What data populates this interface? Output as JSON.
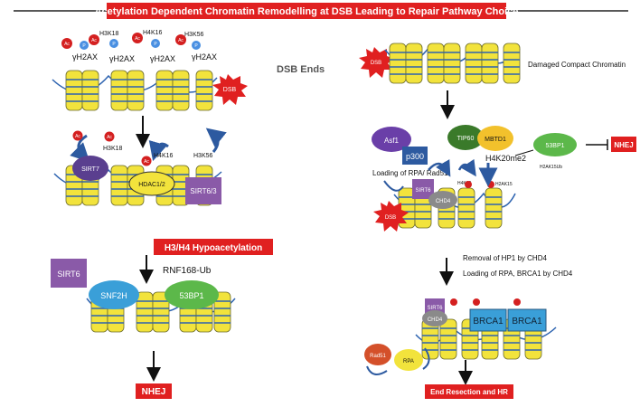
{
  "title": "Acetylation Dependent Chromatin Remodelling at DSB Leading to Repair Pathway Choice",
  "colors": {
    "banner": "#e02020",
    "nucleosome": "#f2e33c",
    "dna": "#2d63b0",
    "ac": "#d42020",
    "p": "#4a90e2",
    "purple": "#8a5aa8",
    "green": "#5cb84a",
    "blue": "#3a9fd8"
  },
  "left": {
    "mods": [
      "H3K18",
      "H4K16",
      "H3K56"
    ],
    "gamma": [
      "γH2AX",
      "γH2AX",
      "γH2AX",
      "γH2AX"
    ],
    "dsb": "DSB",
    "mid_mods": [
      "H3K18",
      "H4K16",
      "H3K56"
    ],
    "sirt7": "SIRT7",
    "hdac": "HDAC1/2",
    "sirt63": "SIRT6/3",
    "hypo": "H3/H4 Hypoacetylation",
    "rnf": "RNF168-Ub",
    "sirt6": "SIRT6",
    "snf2h": "SNF2H",
    "bp53": "53BP1",
    "nhej": "NHEJ"
  },
  "center": {
    "dsb_ends": "DSB Ends"
  },
  "right": {
    "dsb": "DSB",
    "damaged": "Damaged Compact Chromatin",
    "asf1": "Asf1",
    "p300": "p300",
    "tip60": "TIP60",
    "mbtd1": "MBTD1",
    "bp53": "53BP1",
    "h2ak15": "H2AK15Ub",
    "nhej": "NHEJ",
    "h4k20": "H4K20me2",
    "loading1": "Loading of RPA/ Rad51",
    "sirt6": "SIRT6",
    "chd4": "CHD4",
    "h4k16": "H4K16",
    "h2ak15_2": "H2AK15",
    "dsb2": "DSB",
    "removal": "Removal of HP1 by CHD4",
    "loading2": "Loading of RPA, BRCA1 by CHD4",
    "sirt6b": "SIRT6",
    "chd4b": "CHD4",
    "brca1": "BRCA1",
    "brca1b": "BRCA1",
    "rad51": "Rad51",
    "rpa": "RPA",
    "end": "End Resection and HR"
  },
  "ac": "Ac",
  "p": "P"
}
